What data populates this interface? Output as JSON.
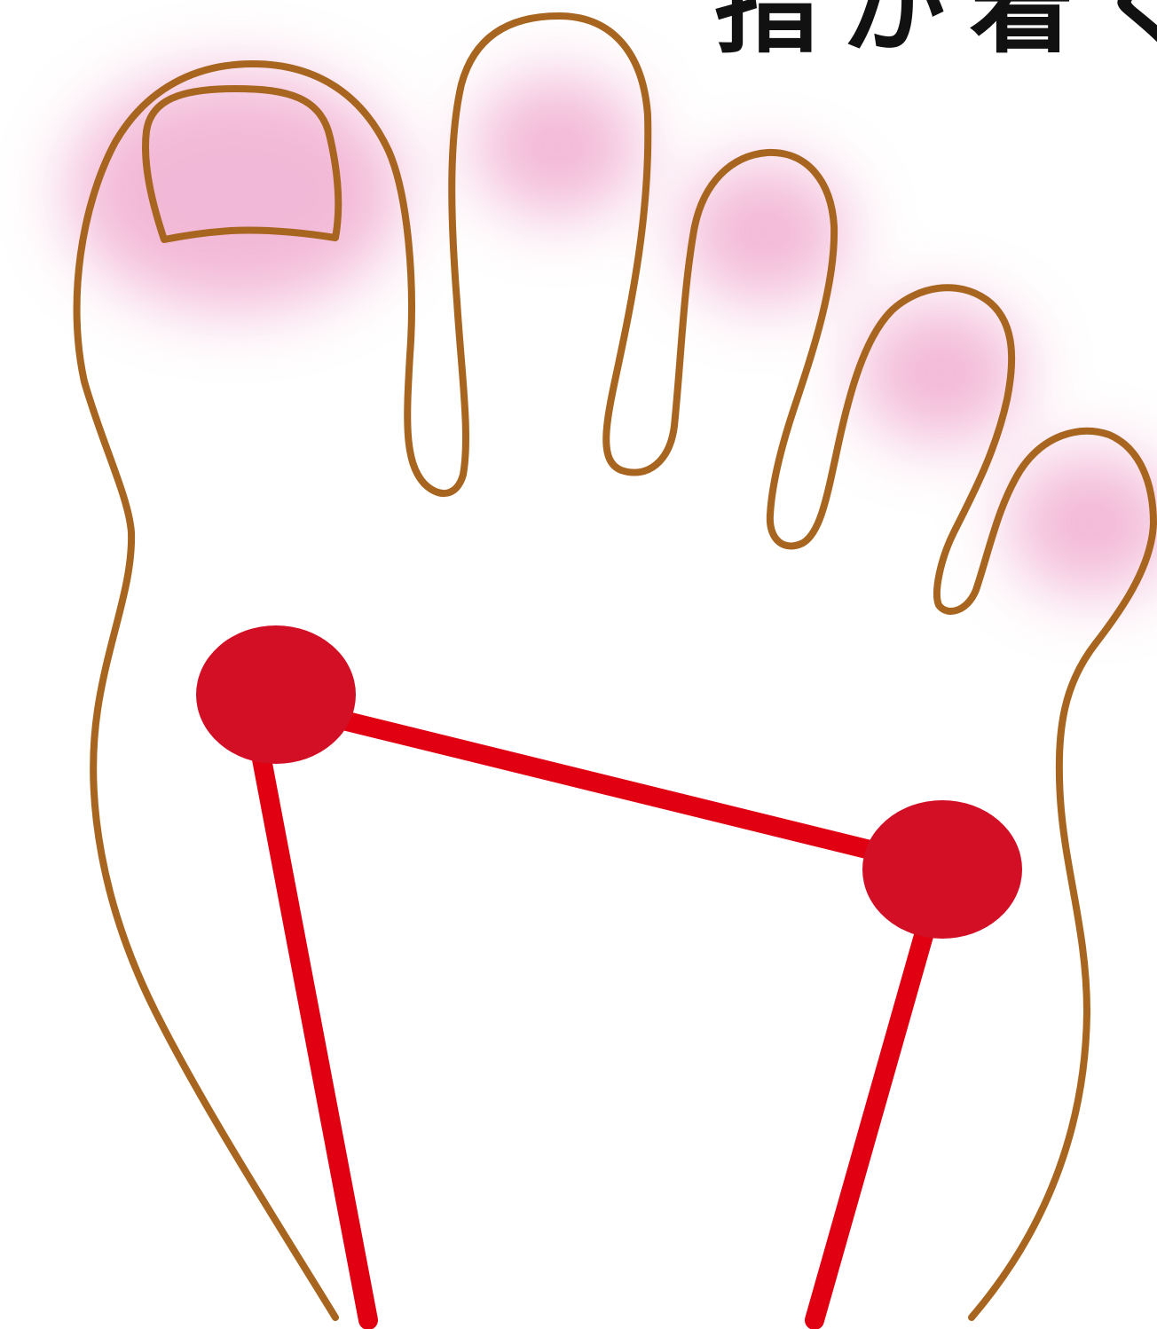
{
  "diagram": {
    "cropped_heading_text": "指が着く",
    "colors": {
      "background": "#ffffff",
      "foot_outline": "#a8651f",
      "toe_highlight": "#ee9ec8",
      "point_fill": "#d20f24",
      "connector_line": "#e10012",
      "heading_text": "#111111"
    },
    "components": {
      "foot": "foot-outline",
      "toenail": "big-toe-nail",
      "toe_tip_highlights": 5,
      "contact_points": 2,
      "connector_lines": 3
    }
  }
}
